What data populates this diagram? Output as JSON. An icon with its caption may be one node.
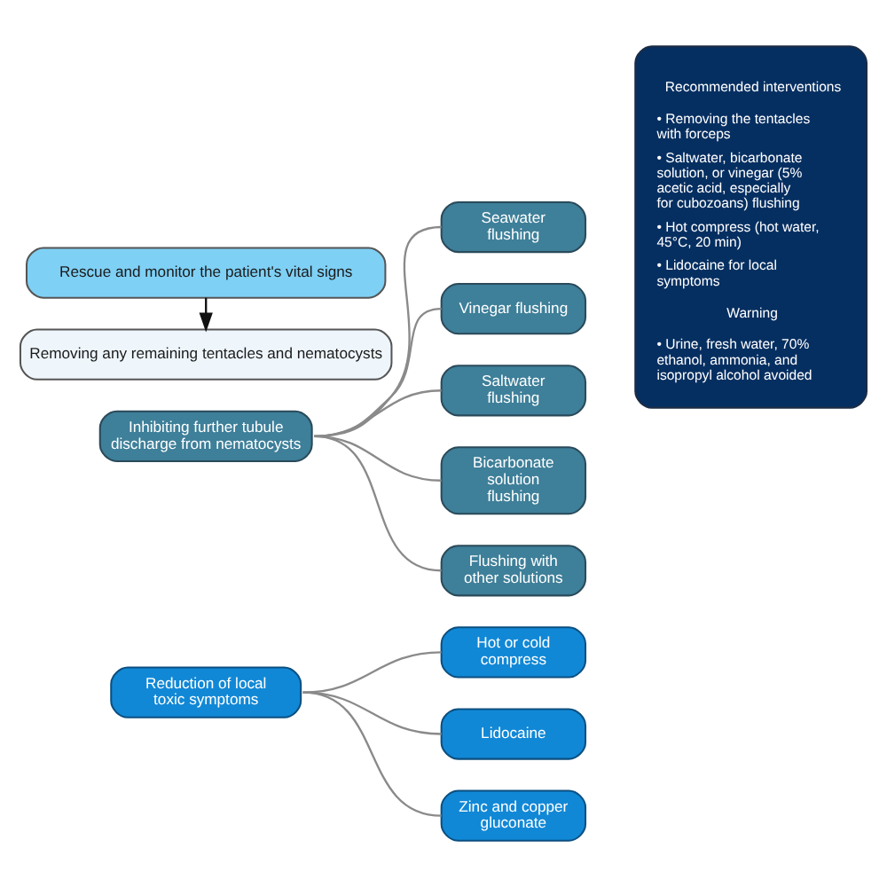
{
  "diagram": {
    "nodes": [
      {
        "text": [
          "Rescue and monitor the patient's vital signs"
        ]
      },
      {
        "text": [
          "Removing any remaining tentacles and nematocysts"
        ]
      },
      {
        "text": [
          "Inhibiting further tubule discharge from nematocysts"
        ]
      },
      {
        "text": [
          "Seawater flushing"
        ]
      },
      {
        "text": [
          "Vinegar flushing"
        ]
      },
      {
        "text": [
          "Saltwater flushing"
        ]
      },
      {
        "text": [
          "Bicarbonate solution flushing"
        ]
      },
      {
        "text": [
          "Flushing with other solutions"
        ]
      },
      {
        "text": [
          "Reduction of local toxic symptoms"
        ]
      },
      {
        "text": [
          "Hot or cold compress"
        ]
      },
      {
        "text": [
          "Lidocaine"
        ]
      },
      {
        "text": [
          "Zinc and copper gluconate"
        ]
      },
      {
        "text": [
          "Recommended interventions",
          "• Removing the tentacles with forceps",
          "• Saltwater, bicarbonate solution, or vinegar (5% acetic acid, especially for cubozoans) flushing",
          "• Hot compress (hot water, 45°C, 20 min)",
          "• Lidocaine for local symptoms",
          "Warning",
          "• Urine, fresh water, 70% ethanol, ammonia, and isopropyl alcohol avoided"
        ]
      }
    ],
    "edges": [
      {
        "from": 0,
        "to": 1,
        "arrow": "to",
        "color": "#111111"
      },
      {
        "from": 2,
        "to": 3,
        "arrow": "none"
      },
      {
        "from": 2,
        "to": 4,
        "arrow": "none"
      },
      {
        "from": 2,
        "to": 5,
        "arrow": "none"
      },
      {
        "from": 2,
        "to": 6,
        "arrow": "none"
      },
      {
        "from": 2,
        "to": 7,
        "arrow": "none"
      },
      {
        "from": 8,
        "to": 9,
        "arrow": "none"
      },
      {
        "from": 8,
        "to": 10,
        "arrow": "none"
      },
      {
        "from": 8,
        "to": 11,
        "arrow": "none"
      }
    ]
  }
}
